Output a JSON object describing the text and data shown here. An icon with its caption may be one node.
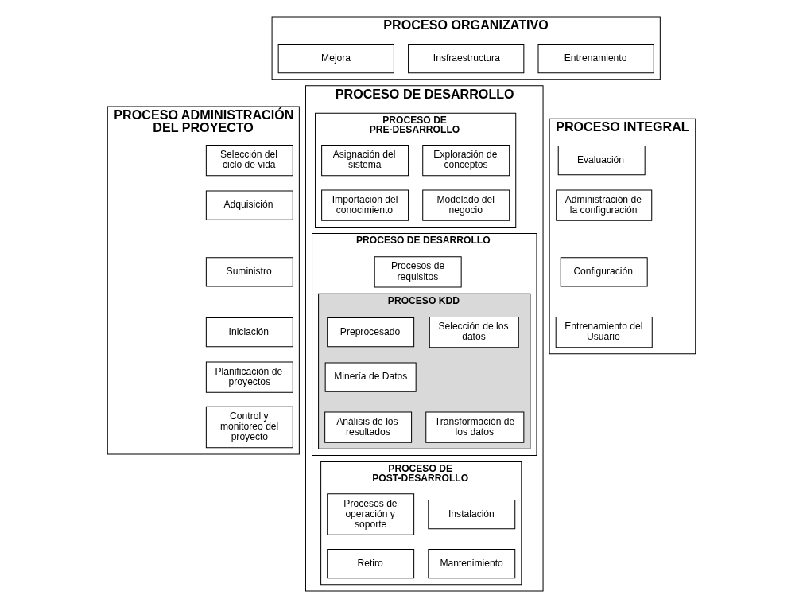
{
  "diagram": {
    "nodes": [
      {
        "text": [
          "PROCESO ORGANIZATIVO"
        ]
      },
      {
        "text": [
          "Mejora"
        ],
        "in": 0
      },
      {
        "text": [
          "Insfraestructura"
        ],
        "in": 0
      },
      {
        "text": [
          "Entrenamiento"
        ],
        "in": 0
      },
      {
        "text": [
          "PROCESO ADMINISTRACIÓN DEL PROYECTO"
        ]
      },
      {
        "text": [
          "Selección del ciclo de vida"
        ],
        "in": 4
      },
      {
        "text": [
          "Adquisición"
        ],
        "in": 4
      },
      {
        "text": [
          "Suministro"
        ],
        "in": 4
      },
      {
        "text": [
          "Iniciación"
        ],
        "in": 4
      },
      {
        "text": [
          "Planificación de proyectos"
        ],
        "in": 4
      },
      {
        "text": [
          "Control y monitoreo del proyecto"
        ],
        "in": 4
      },
      {
        "text": [
          "PROCESO DE DESARROLLO"
        ]
      },
      {
        "text": [
          "PROCESO DE PRE-DESARROLLO"
        ],
        "in": 11
      },
      {
        "text": [
          "Exploración de conceptos"
        ],
        "in": 12
      },
      {
        "text": [
          "Asignación del sistema"
        ],
        "in": 12
      },
      {
        "text": [
          "Modelado del negocio"
        ],
        "in": 12
      },
      {
        "text": [
          "Importación del conocimiento"
        ],
        "in": 12
      },
      {
        "text": [
          "PROCESO DE DESARROLLO"
        ],
        "in": 11
      },
      {
        "text": [
          "Procesos de requisitos"
        ],
        "in": 17
      },
      {
        "text": [
          "PROCESO KDD"
        ],
        "in": 17
      },
      {
        "text": [
          "Selección de los datos"
        ],
        "in": 19
      },
      {
        "text": [
          "Preprocesado"
        ],
        "in": 19
      },
      {
        "text": [
          "Minería de Datos"
        ],
        "in": 19
      },
      {
        "text": [
          "Transformación de los datos"
        ],
        "in": 19
      },
      {
        "text": [
          "Análisis de los resultados"
        ],
        "in": 19
      },
      {
        "text": [
          "PROCESO DE POST-DESARROLLO"
        ],
        "in": 11
      },
      {
        "text": [
          "Instalación"
        ],
        "in": 25
      },
      {
        "text": [
          "Procesos de operación y soporte"
        ],
        "in": 25
      },
      {
        "text": [
          "Mantenimiento"
        ],
        "in": 25
      },
      {
        "text": [
          "Retiro"
        ],
        "in": 25
      },
      {
        "text": [
          "PROCESO INTEGRAL"
        ]
      },
      {
        "text": [
          "Evaluación"
        ],
        "in": 30
      },
      {
        "text": [
          "Administración de la configuración"
        ],
        "in": 30
      },
      {
        "text": [
          "Configuración"
        ],
        "in": 30
      },
      {
        "text": [
          "Entrenamiento del Usuario"
        ],
        "in": 30
      }
    ],
    "edges": []
  }
}
